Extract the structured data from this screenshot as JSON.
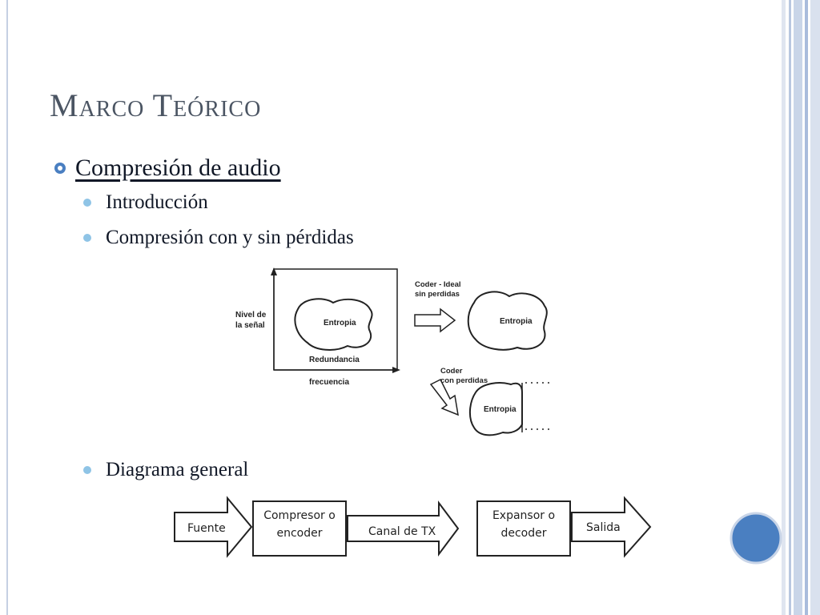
{
  "slide": {
    "title": "Marco Teórico",
    "bullet": "Compresión de audio",
    "sub_items": [
      "Introducción",
      "Compresión con y sin pérdidas",
      "Diagrama general"
    ]
  },
  "entropy_diagram": {
    "y_axis_label": [
      "Nivel de",
      "la señal"
    ],
    "x_axis_label": "frecuencia",
    "entropy_label": "Entropia",
    "redundancy_label": "Redundancia",
    "ideal_coder_label": [
      "Coder - Ideal",
      "sin perdidas"
    ],
    "lossy_coder_label": [
      "Coder",
      "con perdidas"
    ],
    "entropy_ideal_label": "Entropia",
    "entropy_lossy_label": "Entropia"
  },
  "flow_diagram": {
    "source": "Fuente",
    "encoder": [
      "Compresor o",
      "encoder"
    ],
    "channel": "Canal de TX",
    "decoder": [
      "Expansor o",
      "decoder"
    ],
    "output": "Salida"
  },
  "colors": {
    "accent_blue": "#4a7fc1",
    "bullet_light_blue": "#8fc4e6",
    "rule_blue": "#b8c7e0"
  },
  "icons": {
    "main_bullet": "ring-bullet-icon",
    "corner_circle": "blue-circle-icon"
  }
}
